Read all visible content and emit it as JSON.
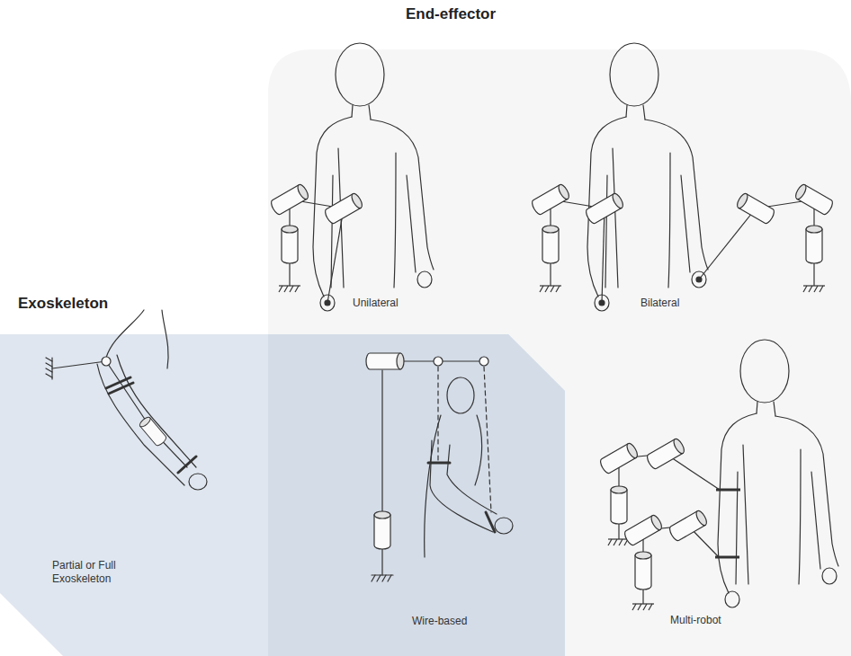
{
  "diagram": {
    "nodes": [
      {
        "text": [
          "End-effector"
        ]
      },
      {
        "text": [
          "Exoskeleton"
        ]
      }
    ],
    "labels": [
      "Unilateral",
      "Bilateral",
      "Partial or Full Exoskeleton",
      "Wire-based",
      "Multi-robot"
    ]
  }
}
